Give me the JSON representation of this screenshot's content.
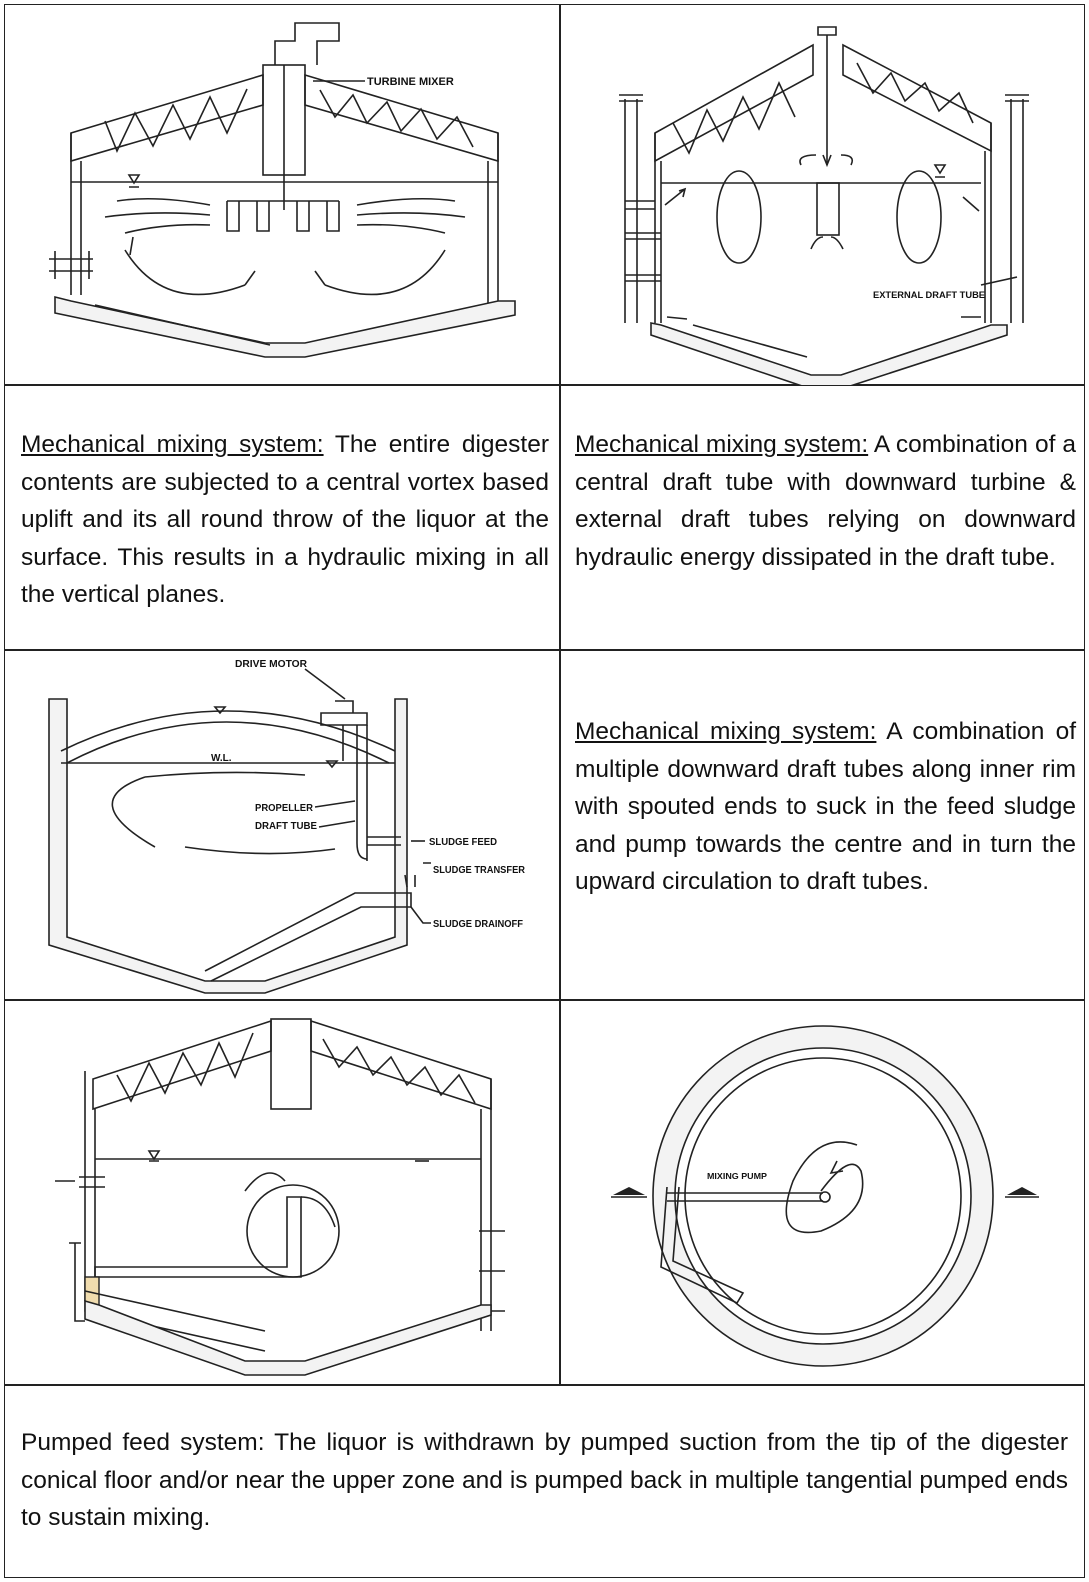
{
  "panel1": {
    "labels": {
      "turbine_mixer": "TURBINE MIXER"
    },
    "caption_heading": "Mechanical mixing system:",
    "caption_body": " The entire digester contents are subjected to a central vortex based uplift and its all round throw of the liquor at the surface. This results in a hydraulic mixing in all the vertical planes."
  },
  "panel2": {
    "labels": {
      "external_draft_tube": "EXTERNAL DRAFT TUBE"
    },
    "caption_heading": "Mechanical mixing system:",
    "caption_body": " A combination of a central draft tube with downward turbine & external draft tubes relying on downward hydraulic energy dissipated in the draft tube."
  },
  "panel3": {
    "labels": {
      "drive_motor": "DRIVE MOTOR",
      "wl": "W.L.",
      "propeller": "PROPELLER",
      "draft_tube": "DRAFT TUBE",
      "sludge_feed": "SLUDGE FEED",
      "sludge_transfer": "SLUDGE TRANSFER",
      "sludge_drainoff": "SLUDGE DRAINOFF"
    },
    "caption_heading": "Mechanical mixing system:",
    "caption_body": " A combination of multiple downward draft tubes along inner rim with spouted ends to suck in the feed sludge and pump towards the centre and in turn the upward circulation to draft tubes."
  },
  "panel4": {
    "labels": {
      "mixing_pump": "MIXING PUMP"
    },
    "caption_body": "Pumped feed system: The liquor is withdrawn by pumped suction from the tip of the digester conical floor and/or near the upper zone and is pumped back in multiple tangential pumped ends to sustain mixing."
  }
}
